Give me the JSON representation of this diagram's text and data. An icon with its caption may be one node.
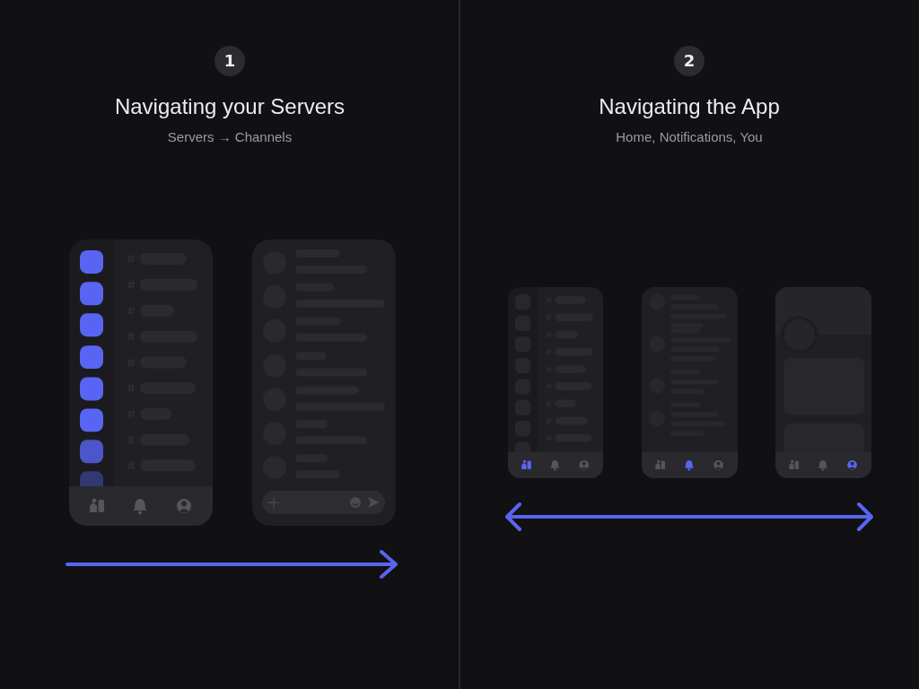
{
  "diagram": {
    "nodes": [
      {
        "text": [
          "1"
        ]
      },
      {
        "text": [],
        "shape": "picture"
      },
      {
        "text": [],
        "shape": "picture"
      },
      {
        "text": [
          "2"
        ]
      },
      {
        "text": [],
        "shape": "picture"
      },
      {
        "text": [],
        "shape": "picture"
      },
      {
        "text": [],
        "shape": "picture"
      }
    ],
    "labels": [
      "Navigating your Servers",
      "Servers → Channels",
      "Navigating the App",
      "Home, Notifications, You"
    ]
  }
}
